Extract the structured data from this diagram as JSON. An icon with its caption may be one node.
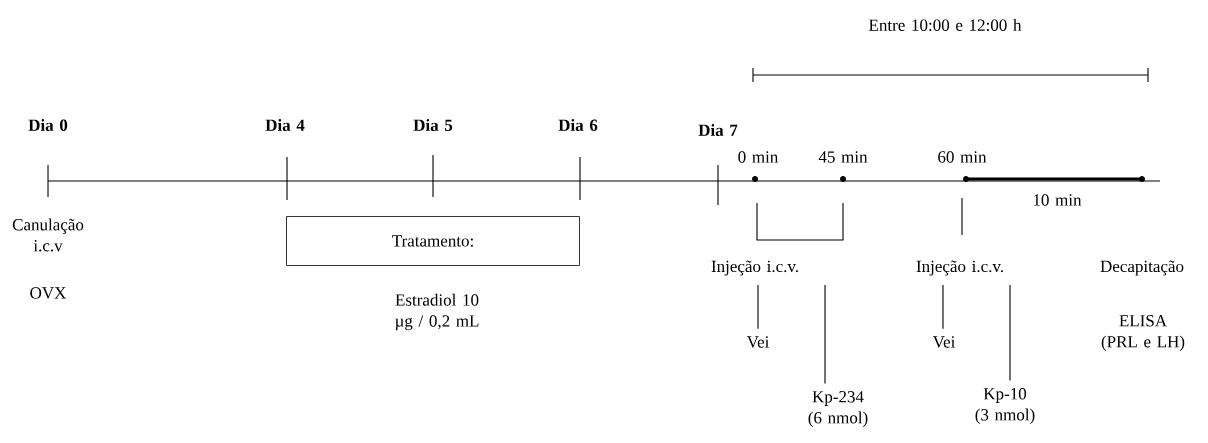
{
  "diagram": {
    "nodes": [
      {
        "text": [
          "Tratamento:"
        ],
        "beside": [
          "Estradiol 10 µg / 0,2 mL"
        ]
      },
      {
        "text": [
          "Injeção i.c.v."
        ]
      },
      {
        "text": [
          "Vei"
        ]
      },
      {
        "text": [
          "Kp-234 (6 nmol)"
        ]
      },
      {
        "text": [
          "Injeção i.c.v."
        ]
      },
      {
        "text": [
          "Vei"
        ]
      },
      {
        "text": [
          "Kp-10 (3 nmol)"
        ]
      }
    ],
    "edges": [
      {
        "from": 1,
        "to": 2,
        "arrow": "none"
      },
      {
        "from": 1,
        "to": 3,
        "arrow": "none"
      },
      {
        "from": 4,
        "to": 5,
        "arrow": "none"
      },
      {
        "from": 4,
        "to": 6,
        "arrow": "none"
      }
    ],
    "labels": [
      "Entre 10:00 e 12:00 h",
      "Dia 0",
      "Dia 4",
      "Dia 5",
      "Dia 6",
      "Dia 7",
      "0 min",
      "45 min",
      "60 min",
      "10 min",
      "Canulação i.c.v",
      "OVX",
      "Decapitação",
      "ELISA (PRL e LH)"
    ]
  }
}
